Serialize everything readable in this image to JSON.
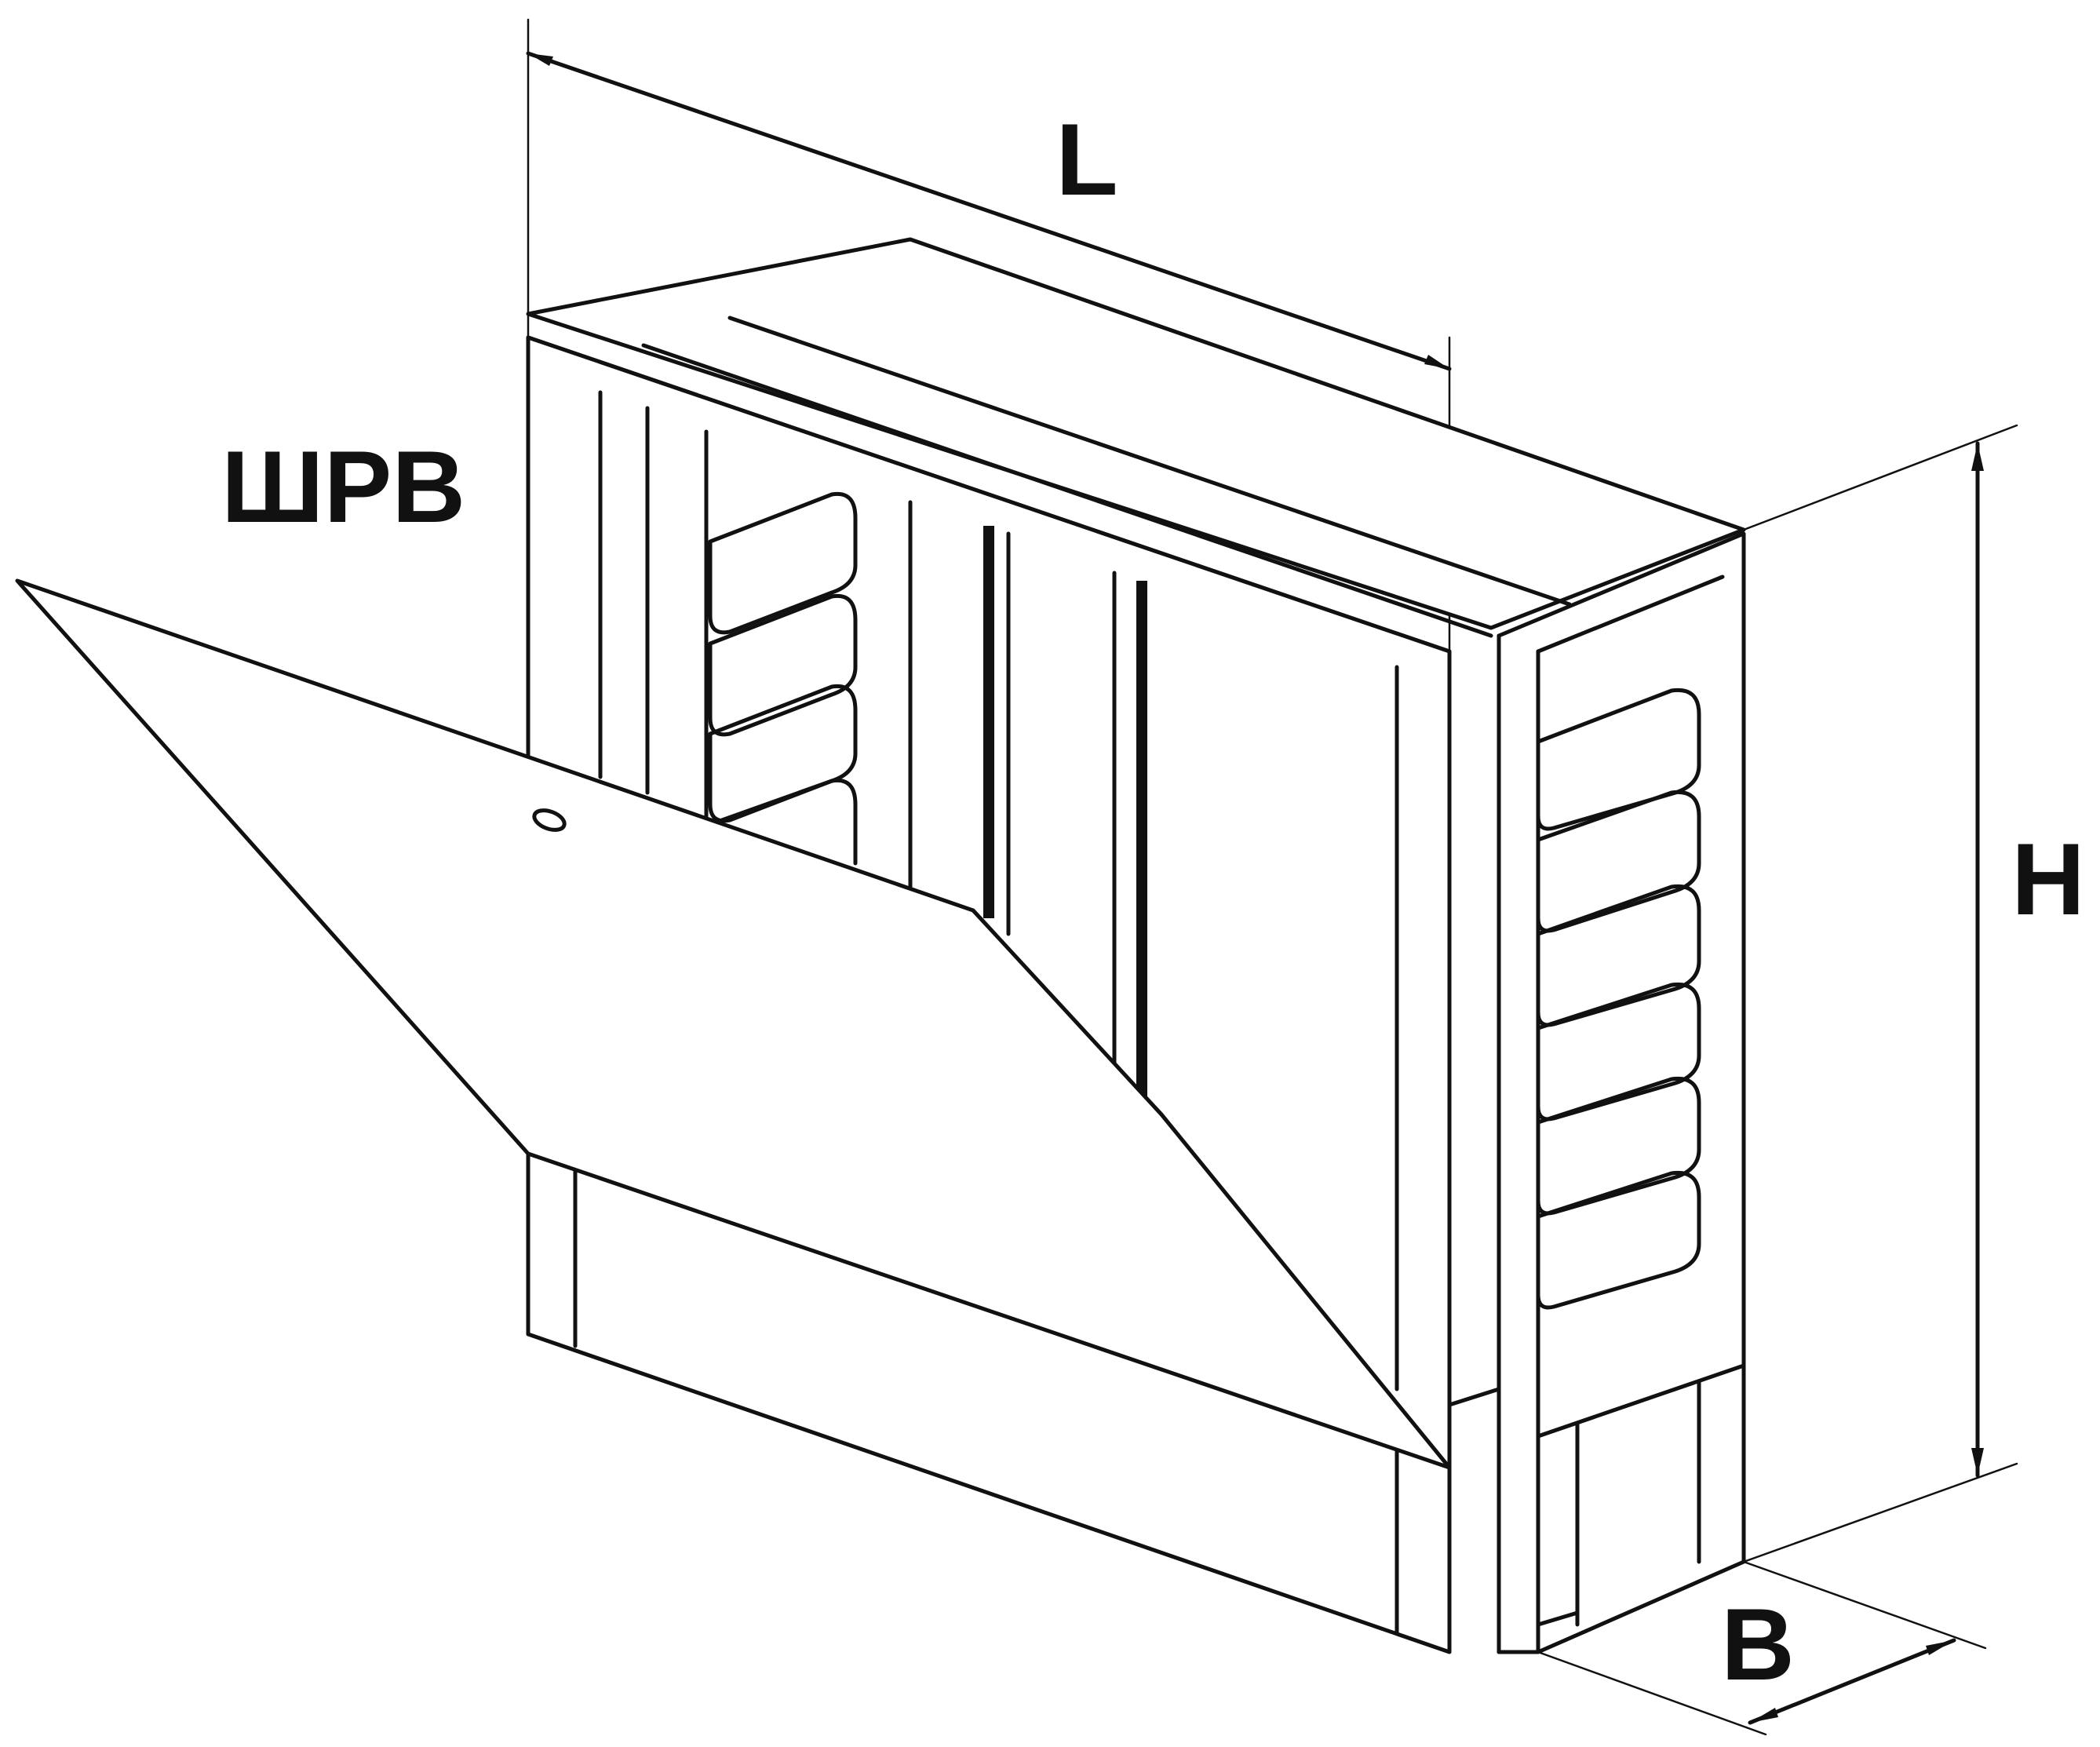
{
  "diagram": {
    "title": "ШРВ",
    "dimensions": {
      "length": "L",
      "height": "H",
      "depth": "B"
    },
    "colors": {
      "line": "#111111",
      "background": "#ffffff"
    }
  }
}
